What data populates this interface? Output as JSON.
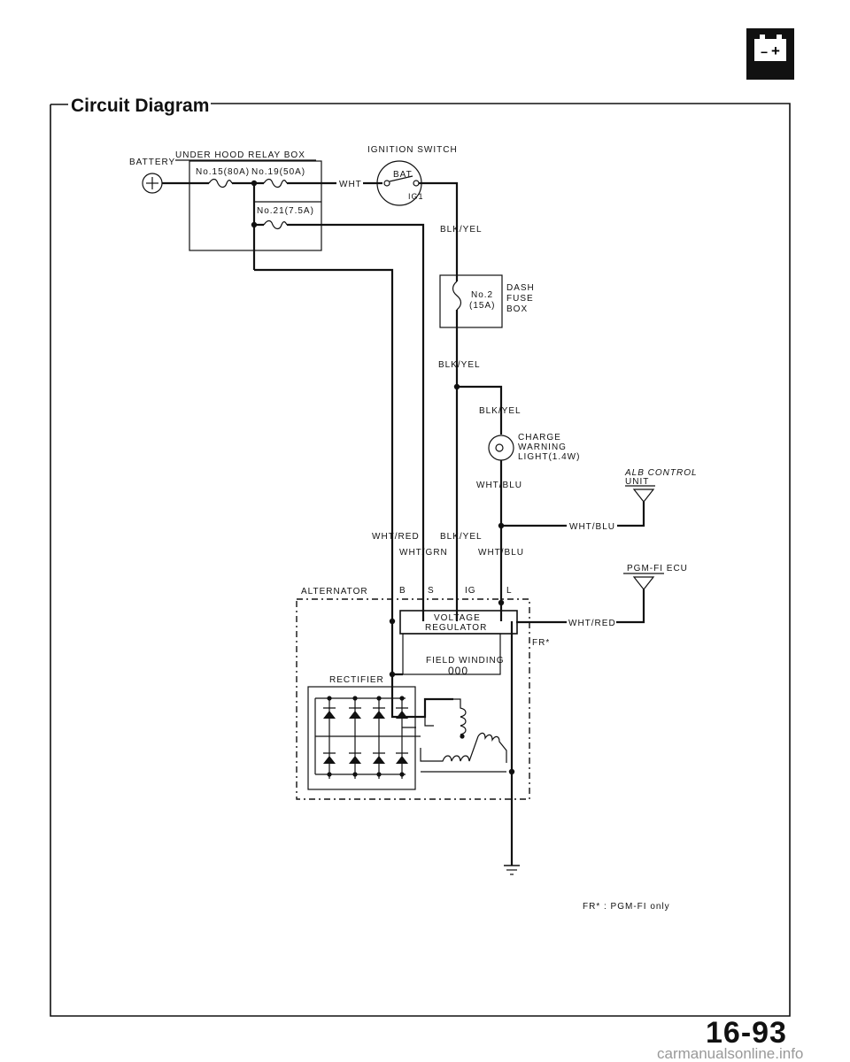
{
  "page": {
    "title": "Circuit Diagram",
    "page_number": "16-93",
    "watermark": "carmanualsonline.info",
    "battery_icon": {
      "name": "battery-icon",
      "minus": "−",
      "plus": "+"
    }
  },
  "diagram": {
    "components": {
      "battery": "BATTERY",
      "relay_box": "UNDER HOOD RELAY BOX",
      "fuse_15": "No.15(80A)",
      "fuse_19": "No.19(50A)",
      "fuse_21": "No.21(7.5A)",
      "ignition_switch": "IGNITION SWITCH",
      "bat_terminal": "BAT",
      "ig1_terminal": "IG1",
      "fuse_2_line1": "No.2",
      "fuse_2_line2": "(15A)",
      "dash_fuse_box": [
        "DASH",
        "FUSE",
        "BOX"
      ],
      "charge_light": [
        "CHARGE",
        "WARNING",
        "LIGHT(1.4W)"
      ],
      "alb_unit": [
        "ALB CONTROL",
        "UNIT"
      ],
      "pgm_fi_ecu": "PGM-FI ECU",
      "alternator": "ALTERNATOR",
      "voltage_regulator": [
        "VOLTAGE",
        "REGULATOR"
      ],
      "field_winding": "FIELD WINDING",
      "field_winding_coil": "000",
      "rectifier": "RECTIFIER",
      "fr_marker": "FR*",
      "terminal_b": "B",
      "terminal_s": "S",
      "terminal_ig": "IG",
      "terminal_l": "L"
    },
    "wires": {
      "wht": "WHT",
      "blk_yel": "BLK/YEL",
      "wht_blu": "WHT/BLU",
      "wht_red": "WHT/RED",
      "wht_grn": "WHT/GRN"
    },
    "footnote": "FR* : PGM-FI only"
  }
}
